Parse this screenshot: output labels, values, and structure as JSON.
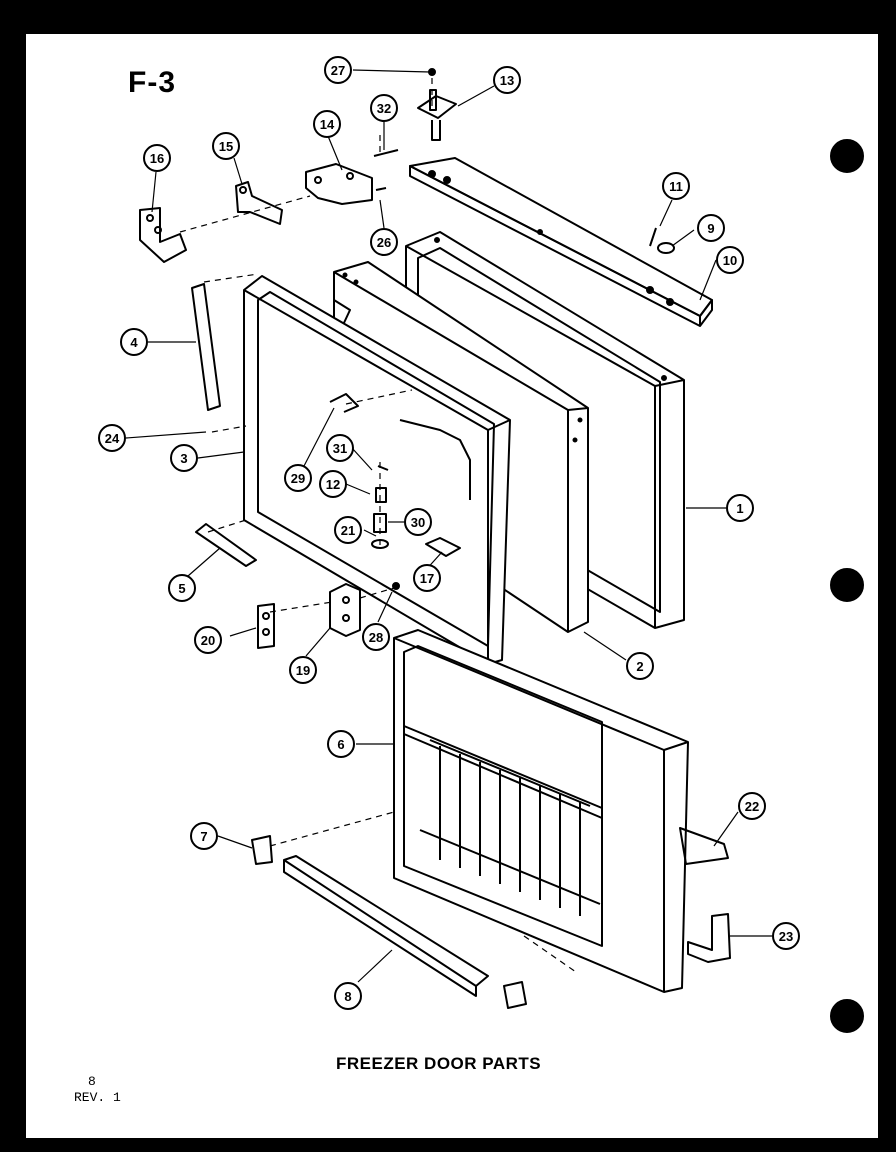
{
  "sheet_id": "F-3",
  "caption": "FREEZER DOOR PARTS",
  "page_number": "8",
  "revision": "REV. 1",
  "callouts": [
    "27",
    "13",
    "32",
    "14",
    "15",
    "16",
    "11",
    "9",
    "10",
    "26",
    "4",
    "24",
    "3",
    "29",
    "31",
    "12",
    "21",
    "30",
    "17",
    "1",
    "5",
    "20",
    "19",
    "28",
    "2",
    "6",
    "7",
    "22",
    "23",
    "8"
  ]
}
